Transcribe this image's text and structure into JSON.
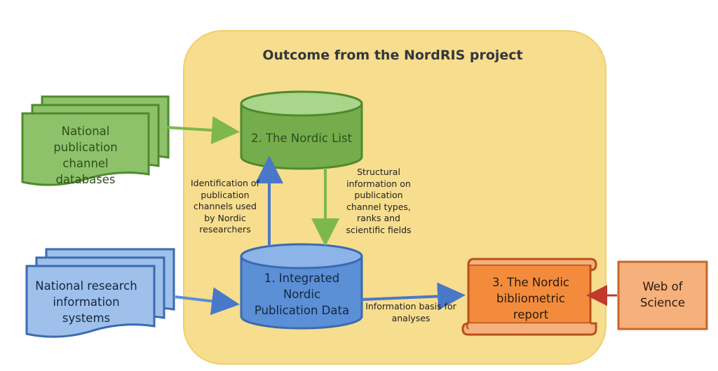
{
  "title": "Outcome from the NordRIS project",
  "nodes": {
    "nat_pub_db": "National publication channel databases",
    "nordic_list": "2. The Nordic List",
    "nat_research": "National research information systems",
    "integrated": "1. Integrated Nordic Publication Data",
    "report": "3. The Nordic bibliometric report",
    "wos": "Web of Science"
  },
  "edge_labels": {
    "identification": "Identification of publication channels used by Nordic researchers",
    "structural": "Structural information on publication channel types, ranks and scientific fields",
    "info_basis": "Information basis for analyses"
  },
  "colors": {
    "panel": "#f7dd8e",
    "green": "#8dc26a",
    "green_dark": "#4f8a2e",
    "blue": "#8db4e2",
    "blue_mid": "#5b8fd6",
    "blue_dark": "#3a6bb0",
    "orange": "#f28c3c",
    "orange_dark": "#b8501b",
    "orange_light": "#f6b07c",
    "red_arrow": "#c0392b"
  }
}
